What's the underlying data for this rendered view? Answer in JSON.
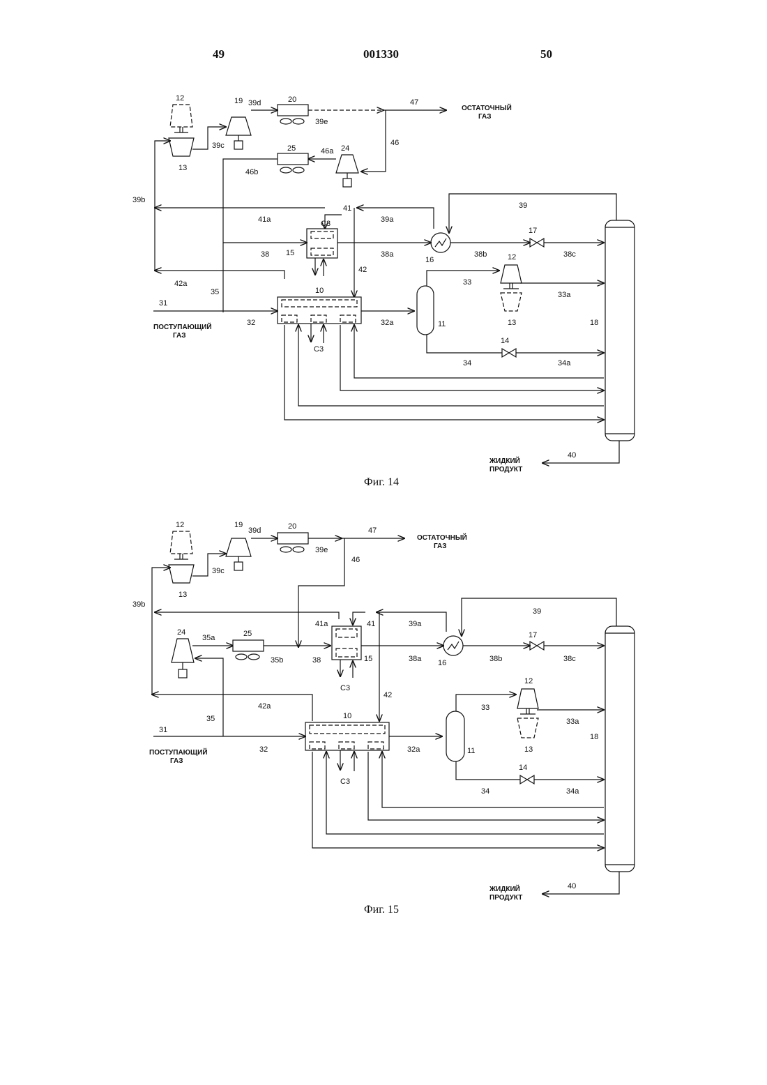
{
  "header": {
    "page_left": "49",
    "doc_number": "001330",
    "page_right": "50"
  },
  "figures": [
    {
      "caption": "Фиг. 14",
      "labels": {
        "residual_gas": [
          "ОСТАТОЧНЫЙ",
          "ГАЗ"
        ],
        "inlet_gas": [
          "ПОСТУПАЮЩИЙ",
          "ГАЗ"
        ],
        "liquid_product": [
          "ЖИДКИЙ",
          "ПРОДУКТ"
        ]
      },
      "equipment": [
        "12",
        "19",
        "20",
        "13",
        "25",
        "24",
        "15",
        "16",
        "17",
        "12",
        "10",
        "11",
        "18",
        "14",
        "13"
      ],
      "streams": [
        "39d",
        "47",
        "39e",
        "46",
        "39c",
        "46a",
        "46b",
        "39b",
        "41a",
        "41",
        "39a",
        "39",
        "38",
        "38a",
        "38b",
        "38c",
        "42a",
        "42",
        "33",
        "33a",
        "35",
        "31",
        "32",
        "32a",
        "34",
        "34a",
        "40"
      ],
      "refrigerant": [
        "C3",
        "C3"
      ]
    },
    {
      "caption": "Фиг. 15",
      "labels": {
        "residual_gas": [
          "ОСТАТОЧНЫЙ",
          "ГАЗ"
        ],
        "inlet_gas": [
          "ПОСТУПАЮЩИЙ",
          "ГАЗ"
        ],
        "liquid_product": [
          "ЖИДКИЙ",
          "ПРОДУКТ"
        ]
      },
      "equipment": [
        "12",
        "19",
        "20",
        "13",
        "24",
        "25",
        "15",
        "16",
        "17",
        "12",
        "10",
        "11",
        "18",
        "14",
        "13"
      ],
      "streams": [
        "39d",
        "47",
        "39e",
        "46",
        "39c",
        "39b",
        "41a",
        "41",
        "39a",
        "39",
        "35a",
        "35b",
        "38",
        "38a",
        "38b",
        "38c",
        "42a",
        "42",
        "33",
        "33a",
        "35",
        "31",
        "32",
        "32a",
        "34",
        "34a",
        "40"
      ],
      "refrigerant": [
        "C3",
        "C3"
      ]
    }
  ]
}
